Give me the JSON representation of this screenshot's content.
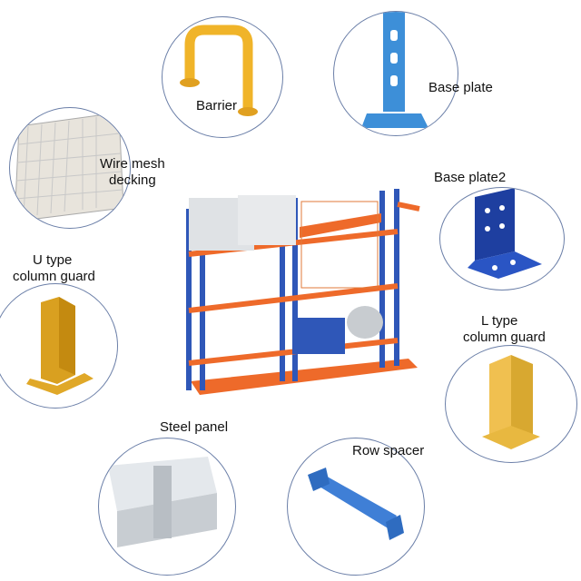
{
  "parts": {
    "barrier": "Barrier",
    "base_plate": "Base plate",
    "wire_mesh_line1": "Wire mesh",
    "wire_mesh_line2": "decking",
    "base_plate2": "Base plate2",
    "u_guard_line1": "U type",
    "u_guard_line2": "column guard",
    "l_guard_line1": "L type",
    "l_guard_line2": "column guard",
    "steel_panel": "Steel panel",
    "row_spacer": "Row spacer"
  },
  "colors": {
    "upright_blue": "#2f57b8",
    "beam_orange": "#ee6a2a",
    "barrier_yellow": "#f0b429",
    "circle_border": "#6b7fa8"
  }
}
